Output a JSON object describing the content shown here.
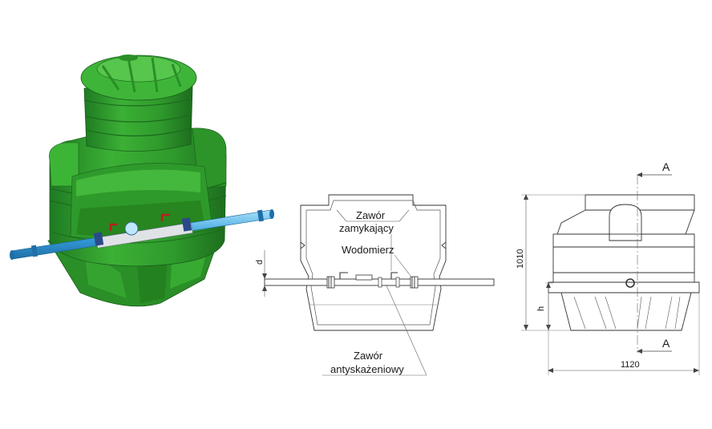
{
  "labels": {
    "shutoff_valve_line1": "Zawór",
    "shutoff_valve_line2": "zamykający",
    "water_meter": "Wodomierz",
    "backflow_valve_line1": "Zawór",
    "backflow_valve_line2": "antyskażeniowy"
  },
  "dimensions": {
    "height": "1010",
    "width": "1120",
    "pipe_depth": "d",
    "pipe_height": "h"
  },
  "section_marks": {
    "top": "A",
    "bottom": "A"
  },
  "colors": {
    "tank_green": "#2f9a2c",
    "tank_green_light": "#5cc24f",
    "tank_green_dark": "#1f7020",
    "pipe_blue": "#2f8fd0",
    "pipe_blue_light": "#7cc8f0",
    "drawing_line": "#333333",
    "dimension_line": "#555555"
  }
}
